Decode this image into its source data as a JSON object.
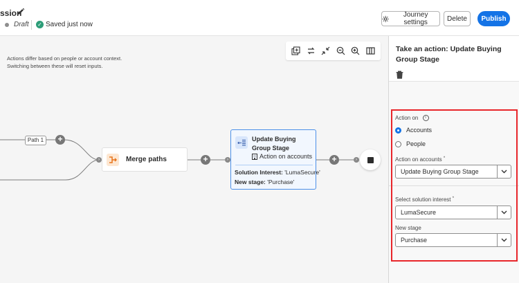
{
  "header": {
    "title": "ssion",
    "status": "Draft",
    "saved": "Saved just now",
    "journey_settings": "Journey settings",
    "delete": "Delete",
    "publish": "Publish"
  },
  "canvas": {
    "path_label": "Path 1",
    "merge_label": "Merge paths",
    "action_node": {
      "title": "Update Buying Group Stage",
      "subtitle": "Action on accounts",
      "interest_label": "Solution Interest:",
      "interest_value": "'LumaSecure'",
      "stage_label": "New stage:",
      "stage_value": "'Purchase'"
    }
  },
  "panel": {
    "title": "Take an action: Update Buying Group Stage",
    "help": "Actions differ based on people or account context. Switching between these will reset inputs.",
    "action_on_label": "Action on",
    "options": [
      "Accounts",
      "People"
    ],
    "selected_option": "Accounts",
    "action_on_accounts_label": "Action on accounts",
    "action_on_accounts_value": "Update Buying Group Stage",
    "solution_interest_label": "Select solution interest",
    "solution_interest_value": "LumaSecure",
    "new_stage_label": "New stage",
    "new_stage_value": "Purchase",
    "required_mark": "*"
  },
  "colors": {
    "accent": "#1473e6",
    "success": "#2d9d78",
    "highlight": "#e8252a",
    "merge_icon_bg": "#fde7d2",
    "action_border": "#4b8fe8"
  }
}
